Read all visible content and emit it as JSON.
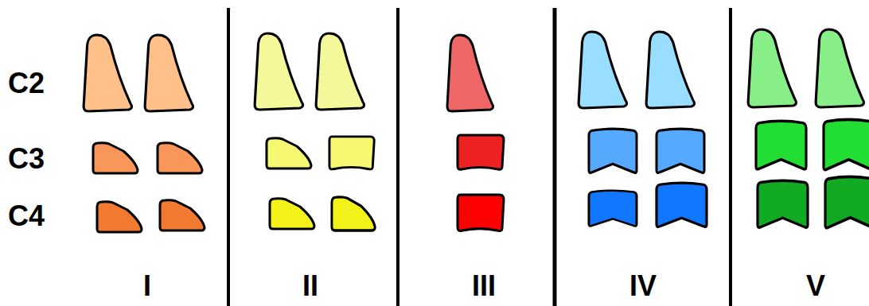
{
  "diagram": {
    "labels": [
      "C2",
      "C3",
      "C4",
      "I",
      "II",
      "III",
      "IV",
      "V"
    ]
  }
}
